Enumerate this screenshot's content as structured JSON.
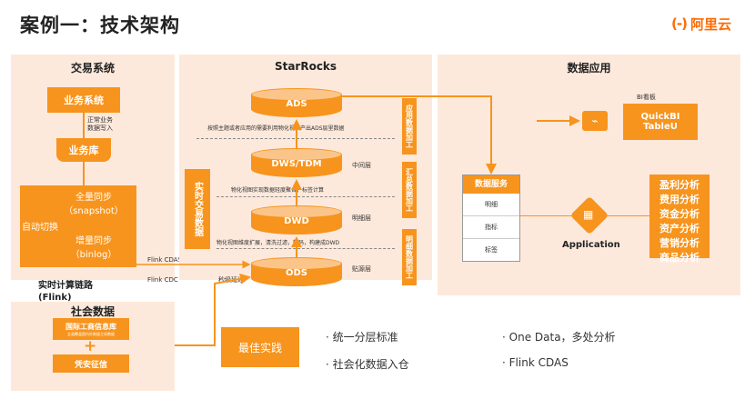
{
  "header": {
    "title": "案例一：技术架构",
    "logo_mark": "(-)",
    "logo_text": "阿里云"
  },
  "trading": {
    "panel_title": "交易系统",
    "biz_system": "业务系统",
    "write_note": "正常业务\n数据写入",
    "biz_db": "业务库",
    "full_sync": "全量同步\n（snapshot）",
    "auto_switch": "自动切换",
    "incr_sync": "增量同步\n（binlog）",
    "flink_cdas": "Flink CDAS",
    "flink_cdc": "Flink CDC",
    "realtime_label": "实时计算链路\n(Flink)"
  },
  "social": {
    "panel_title": "社会数据",
    "box1": "国际工商信息库",
    "box1_sub": "全面覆盖国内外数据主体数据",
    "plus": "+",
    "box2": "凭安征信"
  },
  "starrocks": {
    "panel_title": "StarRocks",
    "realtime_trade": "实时交易数据",
    "layers": [
      {
        "name": "ADS",
        "side": ""
      },
      {
        "name": "DWS/TDM",
        "side": "中间层"
      },
      {
        "name": "DWD",
        "side": "明细层"
      },
      {
        "name": "ODS",
        "side": "贴源层"
      }
    ],
    "note_ads": "按照主题或者应用的需要利用物化视图产出ADS层里数据",
    "note_dwd": "物化视图实现数据轻度聚合，标签计算",
    "note_ods": "物化视图维度扩展，清洗过滤，转码，构建成DWD",
    "right_tags": [
      "应用数据加工",
      "汇总数据加工",
      "明细数据加工"
    ],
    "bottom_note": "秒级延迟"
  },
  "apps": {
    "panel_title": "数据应用",
    "bi_label": "BI看板",
    "bi_box": "QuickBI\nTableU",
    "data_service": "数据服务",
    "service_items": [
      "明细",
      "指标",
      "标签"
    ],
    "application": "Application",
    "analyses": [
      "盈利分析",
      "费用分析",
      "资金分析",
      "资产分析",
      "营销分析",
      "商品分析"
    ]
  },
  "bottom": {
    "best_practice": "最佳实践",
    "bullets_left": [
      "统一分层标准",
      "社会化数据入仓"
    ],
    "bullets_right": [
      "One Data，多处分析",
      "Flink CDAS"
    ]
  },
  "colors": {
    "accent": "#f7941d",
    "panel_bg": "#fde9dc",
    "brand": "#ff6a00"
  }
}
